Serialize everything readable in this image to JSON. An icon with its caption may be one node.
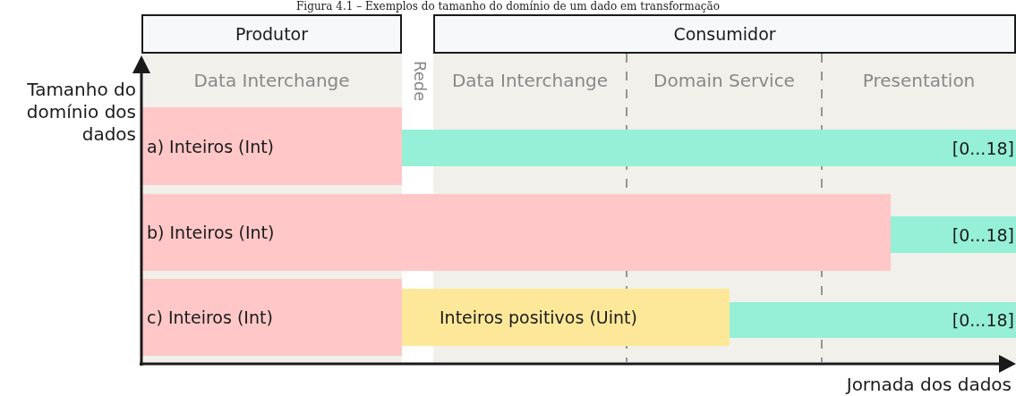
{
  "diagram": {
    "title": "Figura 4.1 – Exemplos do tamanho do domínio de um dado em transformação",
    "nodes": [
      {
        "text": [
          "Produtor"
        ]
      },
      {
        "text": [
          "Consumidor"
        ]
      },
      {
        "text": [
          "a) Inteiros (Int)"
        ]
      },
      {
        "text": [
          "[0...18]"
        ]
      },
      {
        "text": [
          "b) Inteiros (Int)"
        ]
      },
      {
        "text": [
          "[0...18]"
        ]
      },
      {
        "text": [
          "c) Inteiros (Int)"
        ]
      },
      {
        "text": [
          "Inteiros positivos (Uint)"
        ]
      },
      {
        "text": [
          "[0...18]"
        ]
      }
    ],
    "edges": [],
    "labels": [
      "Data Interchange",
      "Rede",
      "Data Interchange",
      "Domain Service",
      "Presentation",
      "Tamanho do domínio dos dados",
      "Jornada dos dados"
    ]
  }
}
